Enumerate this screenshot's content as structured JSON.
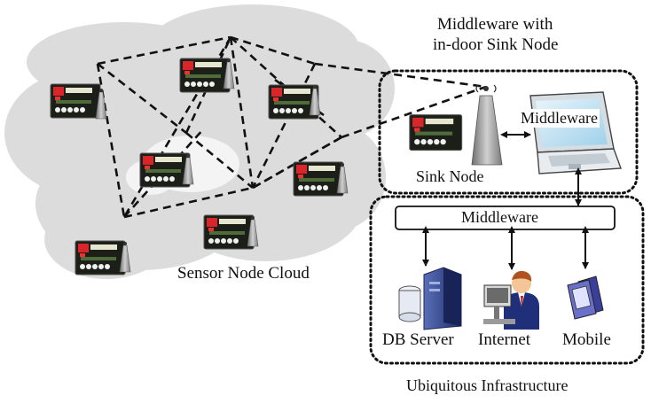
{
  "labels": {
    "middleware_title_line1": "Middleware with",
    "middleware_title_line2": "in-door Sink Node",
    "laptop_middleware": "Middleware",
    "sink_node": "Sink Node",
    "middleware_bar": "Middleware",
    "sensor_cloud": "Sensor Node Cloud",
    "db_server": "DB Server",
    "internet": "Internet",
    "mobile": "Mobile",
    "infrastructure": "Ubiquitous Infrastructure"
  },
  "icons": {
    "sensor_node": "sensor-node-board-icon",
    "laptop": "laptop-icon",
    "db_server": "server-tower-icon",
    "internet": "person-computer-icon",
    "mobile": "mobile-phone-icon"
  },
  "colors": {
    "cloud": "#dcdcdc",
    "board": "#1b1f17",
    "board_red": "#d8262a",
    "antenna": "#9a9a9a",
    "laptop_screen": "#bfe0f2"
  }
}
